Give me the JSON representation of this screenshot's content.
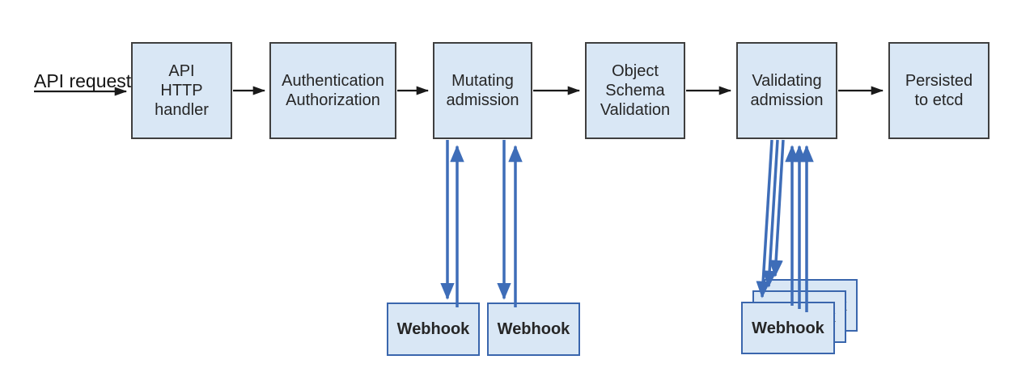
{
  "diagram": {
    "kind": "kubernetes-api-admission-flow",
    "flow_label": {
      "text": "API request"
    },
    "pipeline": [
      {
        "id": "api-http-handler",
        "label": "API\nHTTP\nhandler"
      },
      {
        "id": "authn-authz",
        "label": "Authentication\nAuthorization"
      },
      {
        "id": "mutating-admission",
        "label": "Mutating\nadmission"
      },
      {
        "id": "object-schema-validation",
        "label": "Object\nSchema\nValidation"
      },
      {
        "id": "validating-admission",
        "label": "Validating\nadmission"
      },
      {
        "id": "persisted-to-etcd",
        "label": "Persisted\nto etcd"
      }
    ],
    "webhooks": {
      "mutating": [
        "Webhook",
        "Webhook"
      ],
      "validating": [
        "Webhook",
        "Webhook",
        "Webhook"
      ]
    },
    "colors": {
      "node_fill": "#d9e7f5",
      "node_border": "#3f3f3f",
      "webhook_border": "#3a66ad",
      "arrow_black": "#1a1a1a",
      "arrow_blue": "#3e6db8",
      "text": "#262626",
      "background": "#ffffff"
    }
  }
}
